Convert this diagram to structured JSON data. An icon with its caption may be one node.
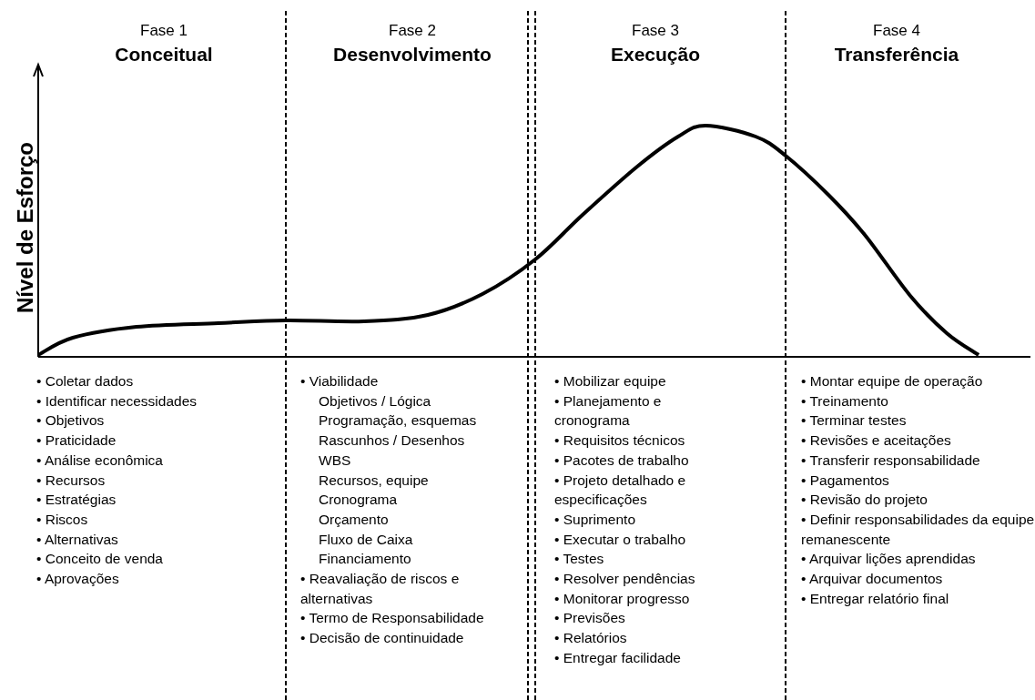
{
  "diagram": {
    "labels": [
      "Fase 1",
      "Conceitual",
      "Fase 2",
      "Desenvolvimento",
      "Fase 3",
      "Execução",
      "Fase 4",
      "Transferência",
      "Nível de Esforço",
      "• Coletar dados",
      "• Identificar necessidades",
      "• Objetivos",
      "• Praticidade",
      "• Análise econômica",
      "• Recursos",
      "• Estratégias",
      "• Riscos",
      "• Alternativas",
      "• Conceito de venda",
      "• Aprovações",
      "• Viabilidade",
      "Objetivos / Lógica",
      "Programação, esquemas",
      "Rascunhos / Desenhos",
      "WBS",
      "Recursos, equipe",
      "Cronograma",
      "Orçamento",
      "Fluxo de Caixa",
      "Financiamento",
      "• Reavaliação de riscos e alternativas",
      "• Termo de Responsabilidade",
      "• Decisão de continuidade",
      "• Mobilizar equipe",
      "• Planejamento e cronograma",
      "• Requisitos técnicos",
      "• Pacotes de trabalho",
      "• Projeto detalhado e especificações",
      "• Suprimento",
      "• Executar o trabalho",
      "• Testes",
      "• Resolver pendências",
      "• Monitorar progresso",
      "• Previsões",
      "• Relatórios",
      "• Entregar facilidade",
      "• Montar equipe de operação",
      "• Treinamento",
      "• Terminar testes",
      "• Revisões e aceitações",
      "• Transferir responsabilidade",
      "• Pagamentos",
      "• Revisão do projeto",
      "• Definir responsabilidades da equipe remanescente",
      "• Arquivar lições aprendidas",
      "• Arquivar documentos",
      "• Entregar relatório final"
    ]
  }
}
